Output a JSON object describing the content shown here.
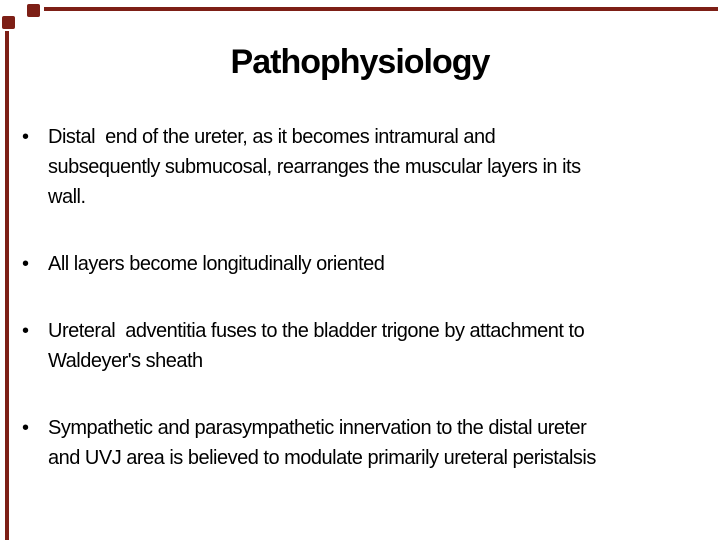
{
  "slide": {
    "title": "Pathophysiology",
    "bullet_char": "•",
    "bullets": [
      {
        "lines": {
          "0": "Distal  end of the ureter, as it becomes intramural and",
          "1": "subsequently submucosal, rearranges the muscular layers in its",
          "2": "wall."
        }
      },
      {
        "lines": {
          "0": "All layers become longitudinally oriented"
        }
      },
      {
        "lines": {
          "0": "Ureteral  adventitia fuses to the bladder trigone by attachment to",
          "1": "Waldeyer's sheath"
        }
      },
      {
        "lines": {
          "0": "Sympathetic and parasympathetic innervation to the distal ureter",
          "1": "and UVJ area is believed to modulate primarily ureteral peristalsis"
        }
      }
    ],
    "colors": {
      "border": "#7d1f16",
      "text": "#000000",
      "background": "#ffffff"
    }
  }
}
